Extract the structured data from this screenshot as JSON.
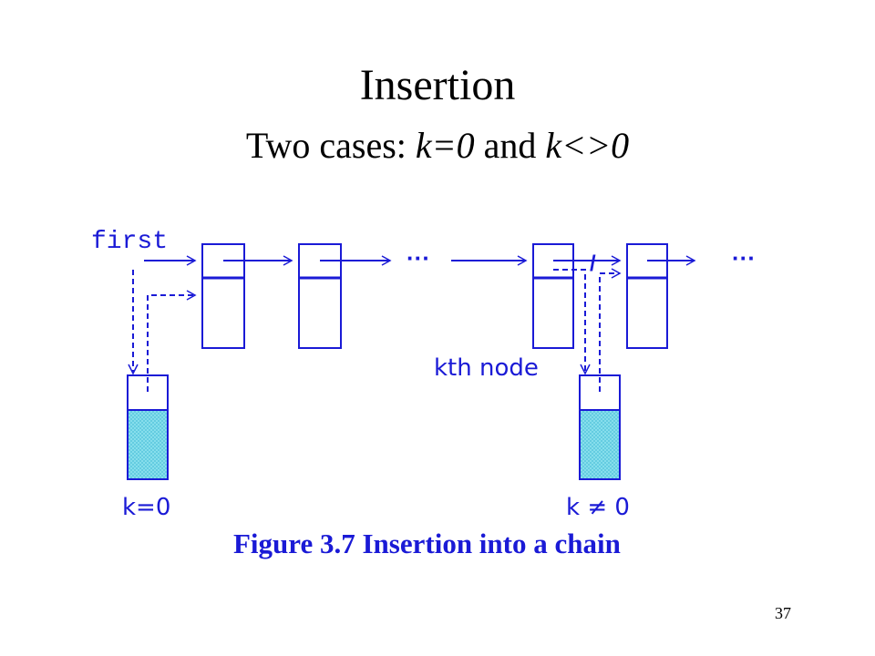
{
  "slide": {
    "title": "Insertion",
    "subtitle": {
      "prefix": "Two cases: ",
      "case1": "k=0",
      "joiner": " and ",
      "case2": "k<>0"
    },
    "page_number": "37"
  },
  "figure": {
    "label_first": "first",
    "label_kth": "kth node",
    "label_k0": "k=0",
    "label_kne0": "k ≠ 0",
    "ellipsis": "···",
    "slash": "/",
    "caption": "Figure 3.7 Insertion into a chain",
    "colors": {
      "line": "#1a1ad6",
      "fill": "#8fe3f0",
      "text": "#1a1ad6"
    }
  }
}
